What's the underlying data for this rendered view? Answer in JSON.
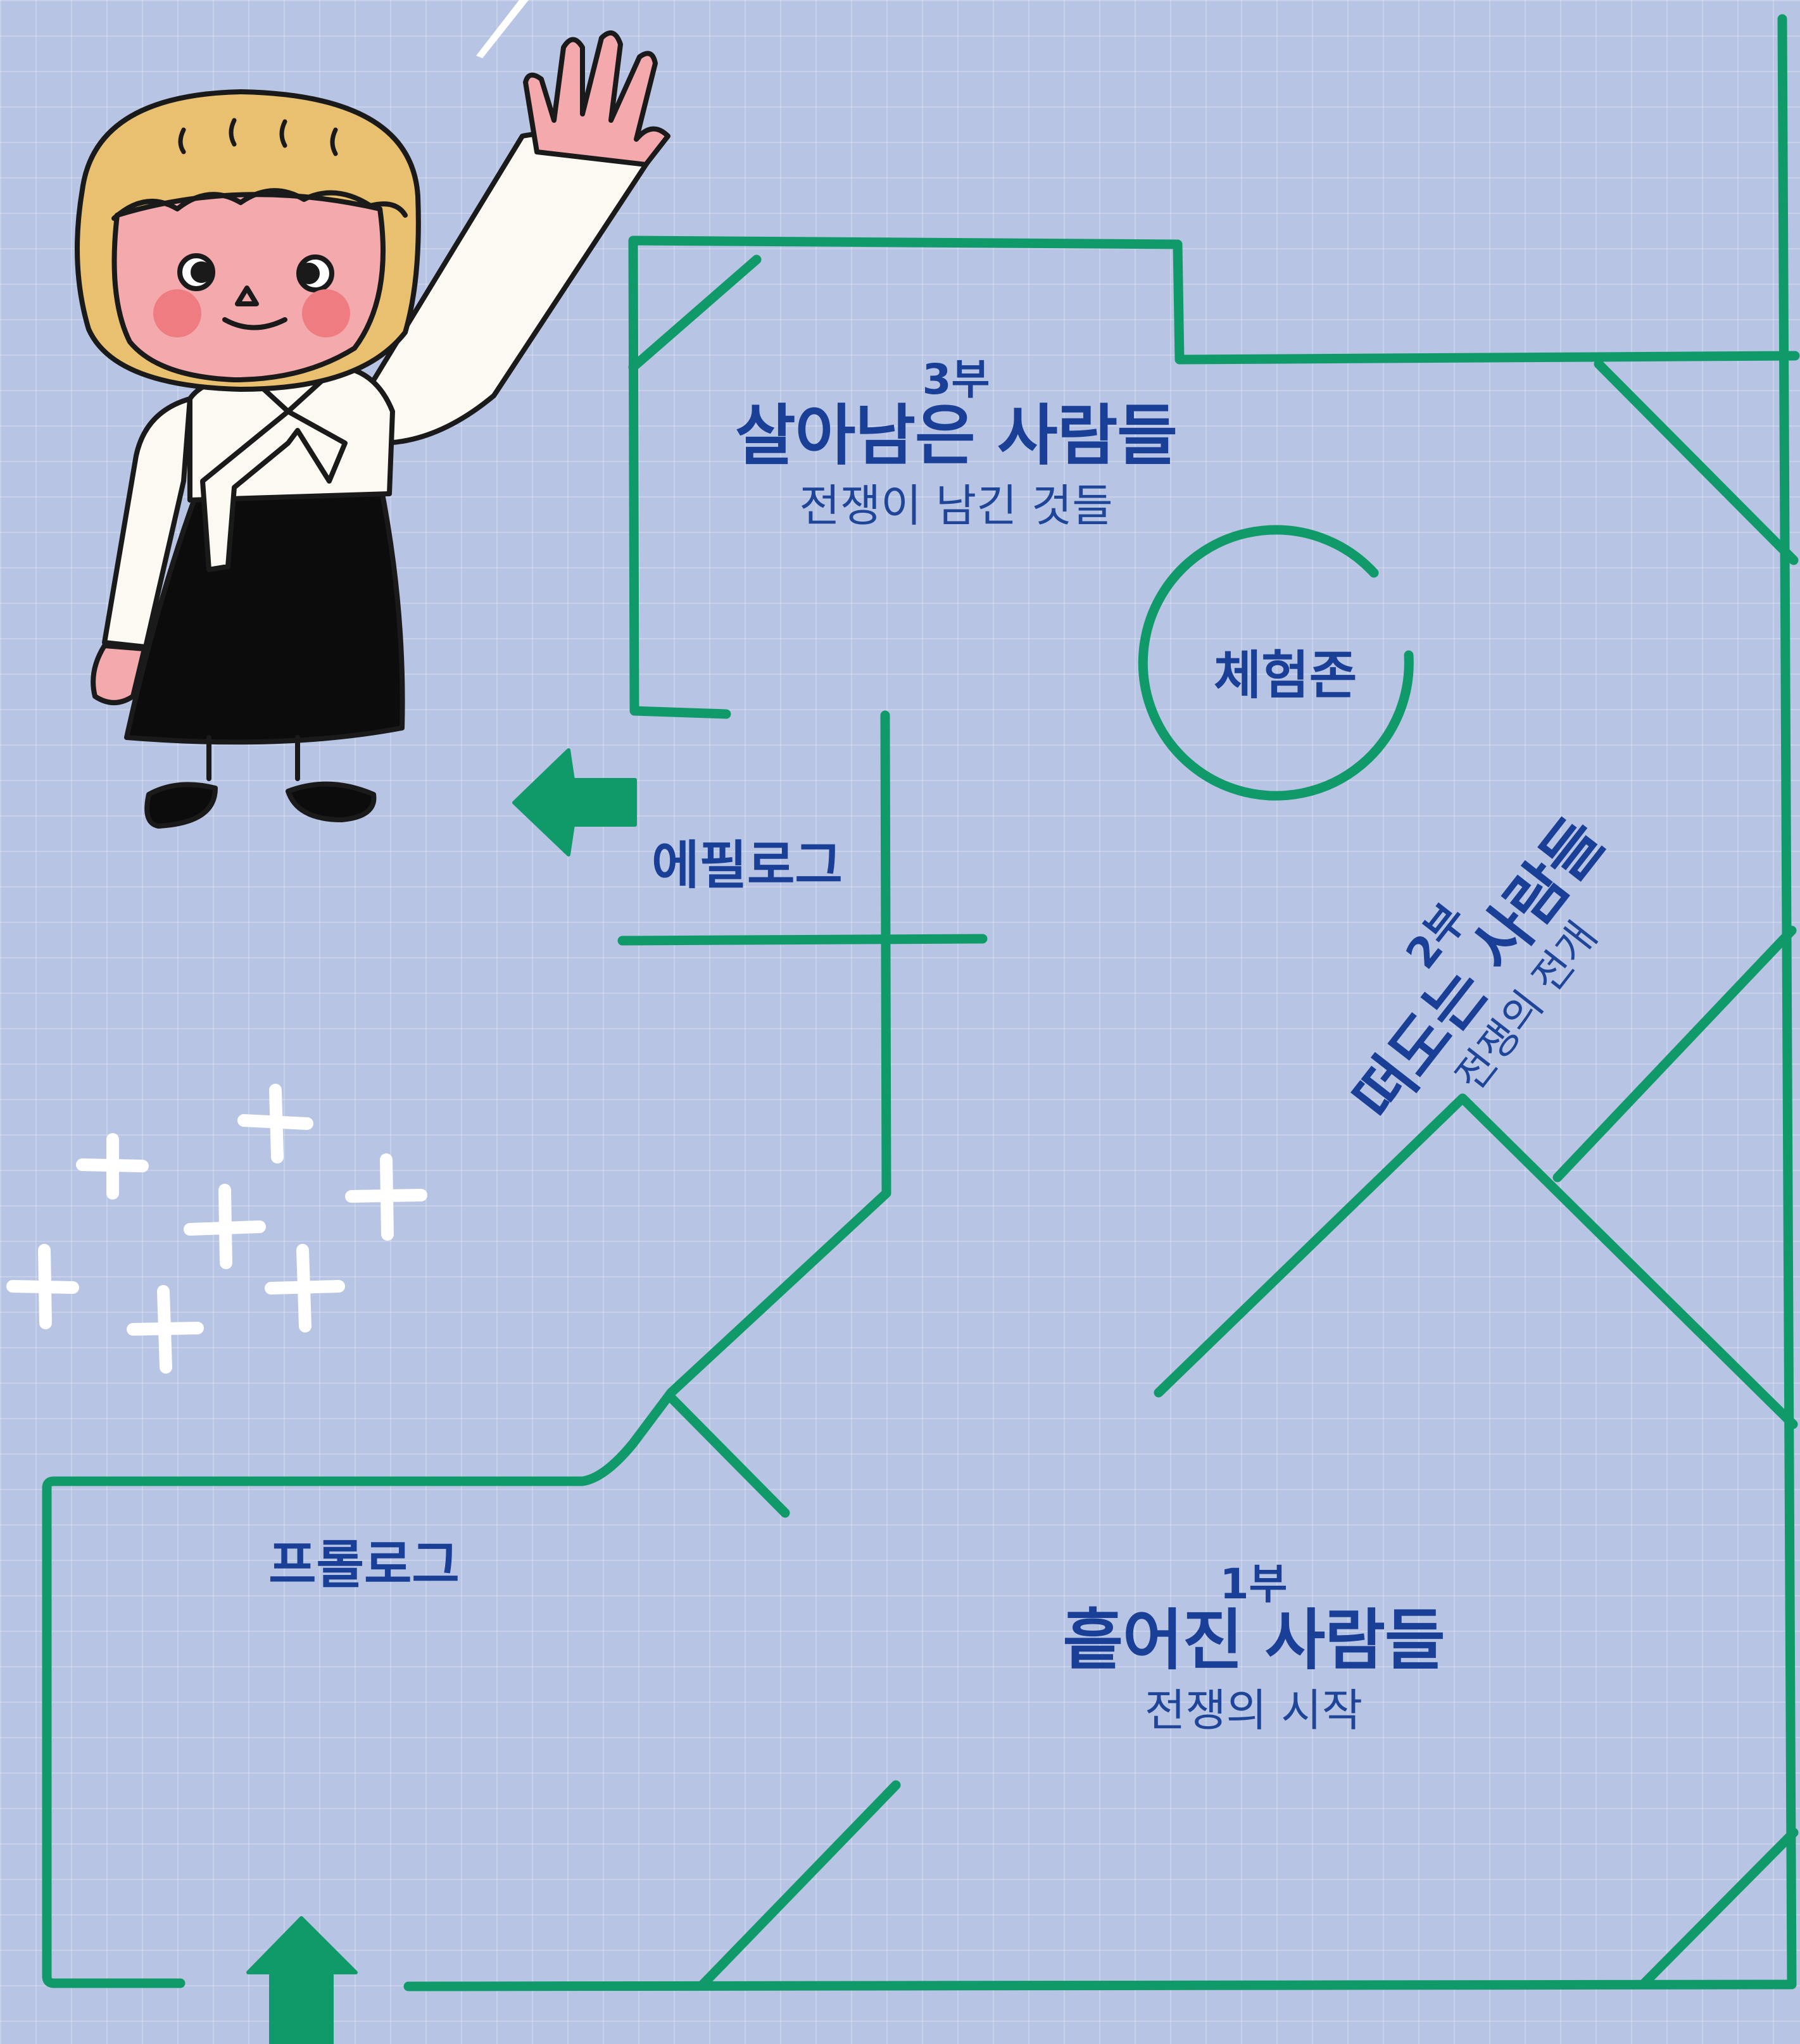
{
  "sections": {
    "part3": {
      "part": "3부",
      "title": "살아남은 사람들",
      "subtitle": "전쟁이 남긴 것들"
    },
    "part2": {
      "part": "2부",
      "title": "떠도는 사람들",
      "subtitle": "전쟁의 전개"
    },
    "part1": {
      "part": "1부",
      "title": "흩어진 사람들",
      "subtitle": "전쟁의 시작"
    }
  },
  "zones": {
    "epilogue": "에필로그",
    "prologue": "프롤로그",
    "experience": "체험존"
  },
  "icons": [
    "waving-girl-character",
    "exit-arrow-icon",
    "entrance-arrow-icon",
    "sparkle-icon"
  ],
  "colors": {
    "background": "#b8c4e4",
    "wall": "#119a69",
    "arrow": "#119a69",
    "text": "#1a3f97",
    "sparkle": "#ffffff"
  }
}
